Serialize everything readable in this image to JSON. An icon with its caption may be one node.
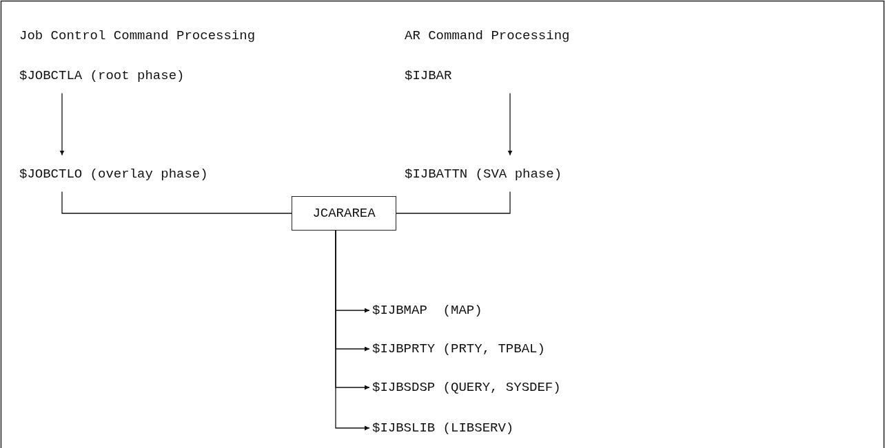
{
  "diagram": {
    "nodes": [
      {
        "text": [
          "$JOBCTLA (root phase)"
        ]
      },
      {
        "text": [
          "$JOBCTLO (overlay phase)"
        ]
      },
      {
        "text": [
          "$IJBAR"
        ]
      },
      {
        "text": [
          "$IJBATTN (SVA phase)"
        ]
      },
      {
        "text": [
          "JCARAREA"
        ]
      },
      {
        "text": [
          "$IJBMAP  (MAP)"
        ]
      },
      {
        "text": [
          "$IJBPRTY (PRTY, TPBAL)"
        ]
      },
      {
        "text": [
          "$IJBSDSP (QUERY, SYSDEF)"
        ]
      },
      {
        "text": [
          "$IJBSLIB (LIBSERV)"
        ]
      }
    ],
    "edges": [
      {
        "from": 0,
        "to": 1,
        "arrow": "to"
      },
      {
        "from": 2,
        "to": 3,
        "arrow": "to"
      },
      {
        "from": 1,
        "to": 4,
        "arrow": "none"
      },
      {
        "from": 3,
        "to": 4,
        "arrow": "none"
      },
      {
        "from": 4,
        "to": 5,
        "arrow": "to"
      },
      {
        "from": 4,
        "to": 6,
        "arrow": "to"
      },
      {
        "from": 4,
        "to": 7,
        "arrow": "to"
      },
      {
        "from": 4,
        "to": 8,
        "arrow": "to"
      }
    ],
    "labels": [
      "Job Control Command Processing",
      "AR Command Processing"
    ]
  }
}
